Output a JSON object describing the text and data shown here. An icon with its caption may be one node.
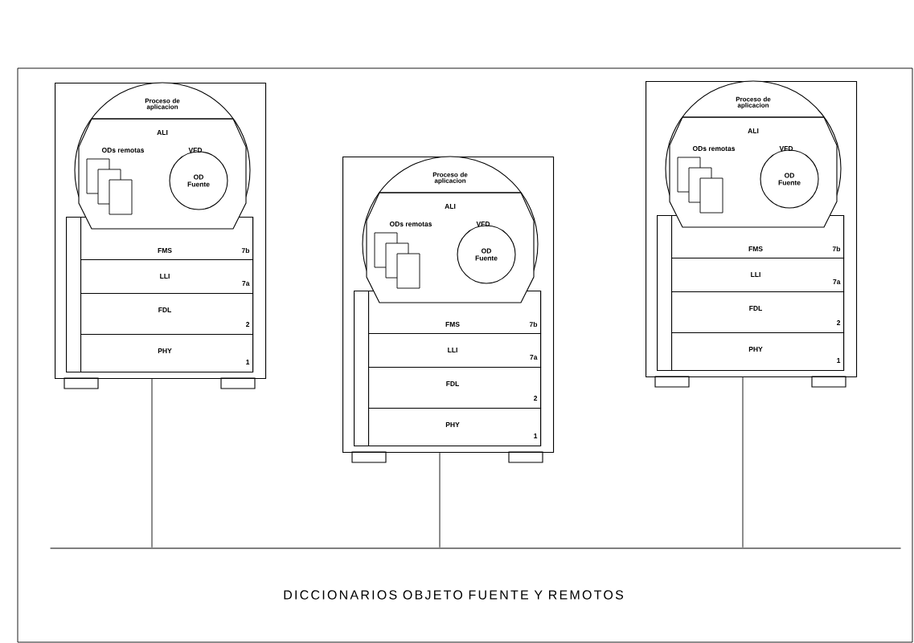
{
  "diagram": {
    "caption": "DICCIONARIOS OBJETO FUENTE Y REMOTOS",
    "nodes": [
      {
        "text": [],
        "shape": "box"
      },
      {
        "text": [
          "Proceso de aplicacion",
          "ALI",
          "ODs remotas",
          "VFD"
        ],
        "in": 0
      },
      {
        "text": [
          "OD Fuente"
        ],
        "in": 1
      },
      {
        "text": [],
        "shape": "box",
        "in": 0
      },
      {
        "text": [
          "FMS",
          "7b"
        ]
      },
      {
        "text": [
          "LLI",
          "7a"
        ],
        "in": 3
      },
      {
        "text": [
          "FDL",
          "2"
        ],
        "in": 3
      },
      {
        "text": [
          "PHY",
          "1"
        ],
        "in": 3
      },
      {
        "text": [],
        "shape": "box"
      },
      {
        "text": [
          "Proceso de aplicacion",
          "ALI",
          "ODs remotas",
          "VFD"
        ],
        "in": 8
      },
      {
        "text": [
          "OD Fuente"
        ],
        "in": 9
      },
      {
        "text": [],
        "shape": "box",
        "in": 8
      },
      {
        "text": [
          "FMS",
          "7b"
        ]
      },
      {
        "text": [
          "LLI",
          "7a"
        ],
        "in": 11
      },
      {
        "text": [
          "FDL",
          "2"
        ],
        "in": 11
      },
      {
        "text": [
          "PHY",
          "1"
        ],
        "in": 11
      },
      {
        "text": [],
        "shape": "box"
      },
      {
        "text": [
          "Proceso de aplicacion",
          "ALI",
          "ODs remotas",
          "VFD"
        ],
        "in": 16
      },
      {
        "text": [
          "OD Fuente"
        ],
        "in": 17
      },
      {
        "text": [],
        "shape": "box",
        "in": 16
      },
      {
        "text": [
          "FMS",
          "7b"
        ]
      },
      {
        "text": [
          "LLI",
          "7a"
        ],
        "in": 19
      },
      {
        "text": [
          "FDL",
          "2"
        ],
        "in": 19
      },
      {
        "text": [
          "PHY",
          "1"
        ],
        "in": 19
      },
      {
        "text": [],
        "shape": "bar"
      }
    ],
    "edges": [
      {
        "from": 0,
        "to": 24,
        "arrow": "none"
      },
      {
        "from": 8,
        "to": 24,
        "arrow": "none"
      },
      {
        "from": 16,
        "to": 24,
        "arrow": "none"
      }
    ]
  }
}
